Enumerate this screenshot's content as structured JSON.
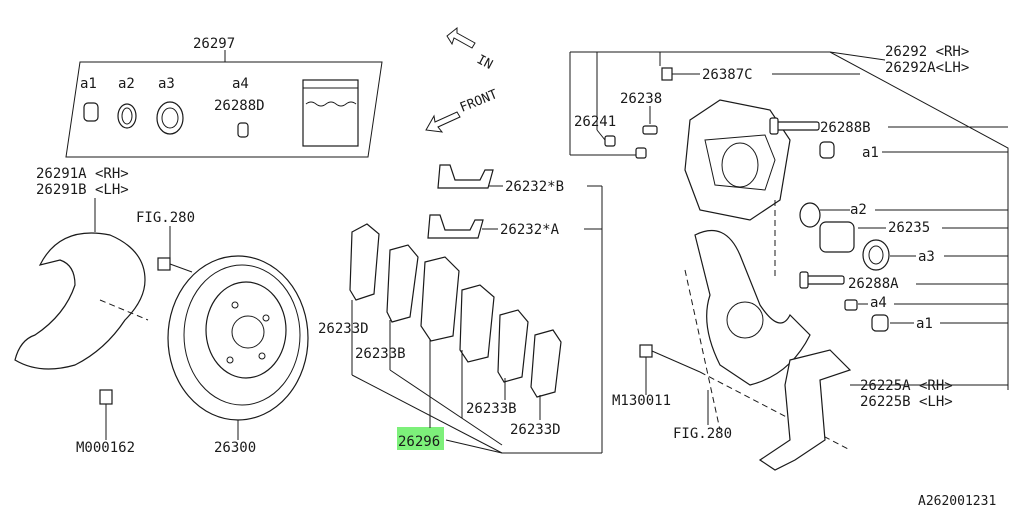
{
  "labels": {
    "kit": "26297",
    "a1": "a1",
    "a2": "a2",
    "a3": "a3",
    "a4": "a4",
    "kit_26288d": "26288D",
    "in": "IN",
    "front": "FRONT",
    "caliper_rh": "26292 <RH>",
    "caliper_lh": "26292A<LH>",
    "bolt_26387c": "26387C",
    "p26238": "26238",
    "p26241": "26241",
    "pin_26288b": "26288B",
    "a1_right_top": "a1",
    "shield_rh": "26291A <RH>",
    "shield_lh": "26291B <LH>",
    "fig280_top": "FIG.280",
    "clip_b": "26232*B",
    "clip_a": "26232*A",
    "a2_right": "a2",
    "seal_26235": "26235",
    "a3_right": "a3",
    "pin_26288a": "26288A",
    "a4_right": "a4",
    "a1_right_bottom": "a1",
    "shim_left_d": "26233D",
    "shim_left_b": "26233B",
    "pad_26296": "26296",
    "shim_right_b": "26233B",
    "shim_right_d": "26233D",
    "bolt_m130011": "M130011",
    "fig280_bottom": "FIG.280",
    "bracket_rh": "26225A <RH>",
    "bracket_lh": "26225B <LH>",
    "bolt_m000162": "M000162",
    "rotor_26300": "26300",
    "diagram_id": "A262001231"
  },
  "colors": {
    "highlight": "#7df07a",
    "ink": "#1a1a1a"
  }
}
